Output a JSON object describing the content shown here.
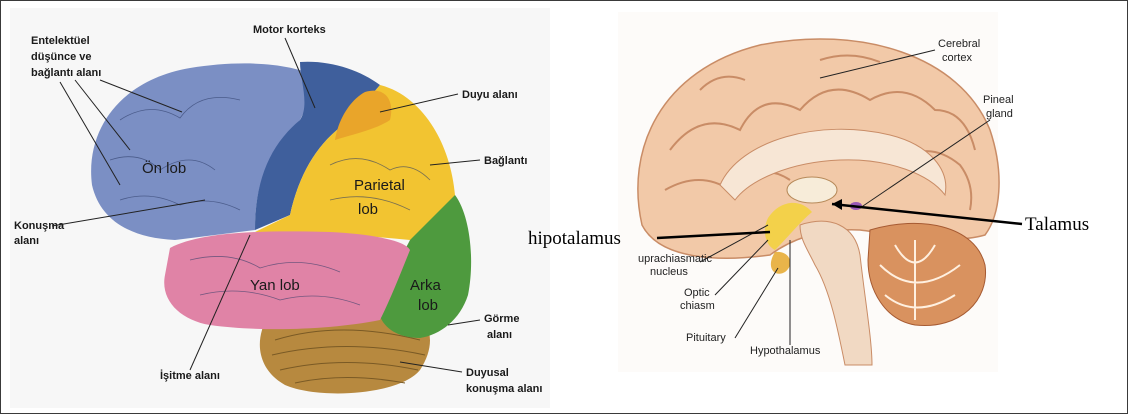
{
  "left_panel": {
    "labels": {
      "entelektuel": [
        "Entelektüel",
        "düşünce ve",
        "bağlantı alanı"
      ],
      "motor": "Motor korteks",
      "duyu": "Duyu alanı",
      "baglanti": "Bağlantı",
      "konusma": [
        "Konuşma",
        "alanı"
      ],
      "isitme": "İşitme alanı",
      "gorme": [
        "Görme",
        "alanı"
      ],
      "duyusal": [
        "Duyusal",
        "konuşma alanı"
      ]
    },
    "lobes": {
      "on": "Ön lob",
      "parietal": [
        "Parietal",
        "lob"
      ],
      "yan": "Yan lob",
      "arka": [
        "Arka",
        "lob"
      ]
    },
    "colors": {
      "frontal": "#7b8fc4",
      "motor": "#3f5f9c",
      "parietal": "#f2c431",
      "sensory": "#e9a52a",
      "temporal": "#e083a6",
      "occipital": "#4e9a3e",
      "cerebellum": "#b7893f"
    }
  },
  "right_panel": {
    "labels": {
      "cerebral_cortex": [
        "Cerebral",
        "cortex"
      ],
      "pineal": [
        "Pineal",
        "gland"
      ],
      "suprachiasmatic": [
        "uprachiasmatic",
        "nucleus"
      ],
      "optic": [
        "Optic",
        "chiasm"
      ],
      "pituitary": "Pituitary",
      "hypothalamus": "Hypothalamus"
    },
    "annotations": {
      "hipotalamus": "hipotalamus",
      "talamus": "Talamus"
    }
  }
}
